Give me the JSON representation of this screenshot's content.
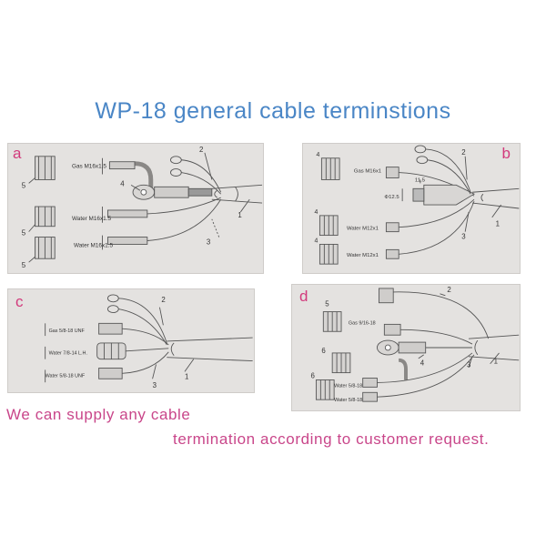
{
  "title": "WP-18 general cable terminstions",
  "panels": {
    "a": {
      "label": "a",
      "gas": "Gas M16x1.5",
      "water1": "Water M16x1.5",
      "water2": "Water M16x1.5",
      "n1": "1",
      "n2": "2",
      "n3": "3",
      "n4": "4",
      "n5a": "5",
      "n5b": "5",
      "n5c": "5"
    },
    "b": {
      "label": "b",
      "gas": "Gas M16x1",
      "dim1": "11.5",
      "dim2": "Φ12.5",
      "water1": "Water M12x1",
      "water2": "Water M12x1",
      "n1": "1",
      "n2": "2",
      "n3": "3",
      "n4a": "4",
      "n4b": "4",
      "n4c": "4"
    },
    "c": {
      "label": "c",
      "gas": "Gas 5/8-18 UNF",
      "water1": "Water 7/8-14 L.H.",
      "water2": "Water 5/8-18 UNF",
      "n1": "1",
      "n2": "2",
      "n3": "3"
    },
    "d": {
      "label": "d",
      "gas": "Gas 9/16-18",
      "water1": "Water 5/8-18",
      "water2": "Water 5/8-18",
      "n1": "1",
      "n2": "2",
      "n3": "3",
      "n4": "4",
      "n5": "5",
      "n6a": "6",
      "n6b": "6"
    }
  },
  "caption": {
    "line1": "We can supply any cable",
    "line2": "termination according to customer request."
  }
}
